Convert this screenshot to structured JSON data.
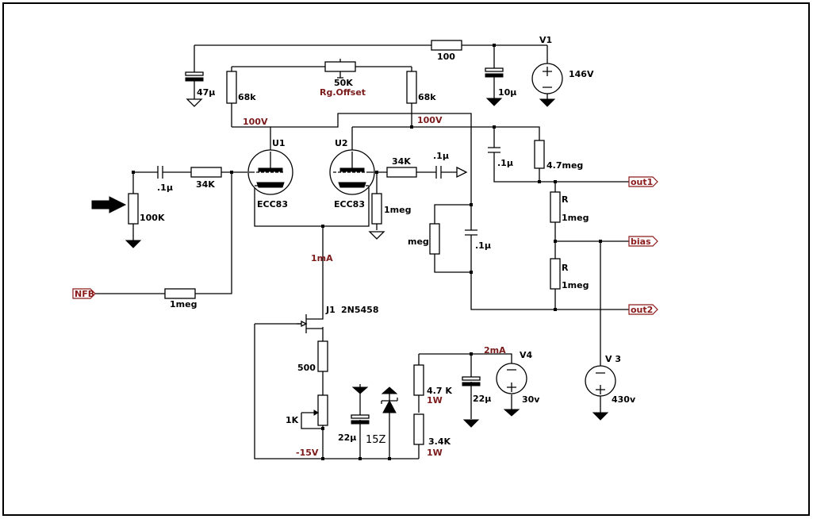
{
  "tubes": {
    "u1": {
      "ref": "U1",
      "type": "ECC83"
    },
    "u2": {
      "ref": "U2",
      "type": "ECC83"
    }
  },
  "jfet": {
    "ref": "J1",
    "part": "2N5458"
  },
  "resistors": {
    "r_100": "100",
    "r_pot_50k": "50K",
    "r_pot_name": "Rg.Offset",
    "r_68k_left": "68k",
    "r_68k_right": "68k",
    "r_34k_in": "34K",
    "r_100k": "100K",
    "r_1meg_nfb": "1meg",
    "r_34k_out": "34K",
    "r_1meg_grid": "1meg",
    "r_meg": "meg",
    "r_4_7meg": "4.7meg",
    "r_div_top_ref": "R",
    "r_div_top_val": "1meg",
    "r_div_bot_ref": "R",
    "r_div_bot_val": "1meg",
    "r_500": "500",
    "r_1k": "1K",
    "r_4_7k": "4.7 K",
    "r_4_7k_power": "1W",
    "r_3_4k": "3.4K",
    "r_3_4k_power": "1W"
  },
  "capacitors": {
    "c_47u": "47µ",
    "c_10u": "10µ",
    "c_in": ".1µ",
    "c_out": ".1µ",
    "c_top_right": ".1µ",
    "c_mid": ".1µ",
    "c_22u_left": "22µ",
    "c_22u_right": "22µ"
  },
  "zener": "15Z",
  "sources": {
    "v1": {
      "ref": "V1",
      "value": "146V"
    },
    "v3": {
      "ref": "V 3",
      "value": "430v"
    },
    "v4": {
      "ref": "V4",
      "value": "30v"
    }
  },
  "net_labels": {
    "anode_left": "100V",
    "anode_right": "100V",
    "tail_current": "1mA",
    "neg_rail": "-15V",
    "bias_current": "2mA"
  },
  "ports": {
    "out1": "out1",
    "bias": "bias",
    "out2": "out2",
    "nfb": "NFB"
  }
}
